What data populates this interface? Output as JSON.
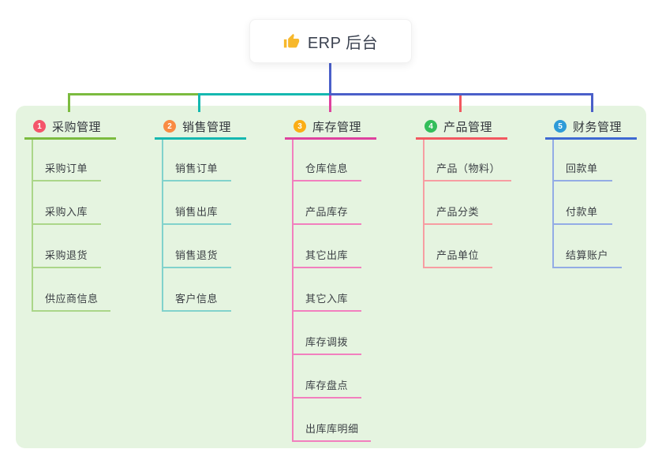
{
  "root": {
    "title": "ERP 后台",
    "icon": "thumbs-up"
  },
  "canvas": {
    "background": "#ffffff",
    "panel_background": "#e5f4e0",
    "connector_color": "#4a5fc9"
  },
  "branches": [
    {
      "number": "1",
      "title": "采购管理",
      "badge_color": "#f4556a",
      "line_color": "#7cbb3f",
      "child_line_color": "#abd689",
      "children": [
        "采购订单",
        "采购入库",
        "采购退货",
        "供应商信息"
      ]
    },
    {
      "number": "2",
      "title": "销售管理",
      "badge_color": "#f98b43",
      "line_color": "#15b8b0",
      "child_line_color": "#81d2cc",
      "children": [
        "销售订单",
        "销售出库",
        "销售退货",
        "客户信息"
      ]
    },
    {
      "number": "3",
      "title": "库存管理",
      "badge_color": "#fbad15",
      "line_color": "#de429e",
      "child_line_color": "#f27fbe",
      "children": [
        "仓库信息",
        "产品库存",
        "其它出库",
        "其它入库",
        "库存调拨",
        "库存盘点",
        "出库库明细"
      ]
    },
    {
      "number": "4",
      "title": "产品管理",
      "badge_color": "#33be5a",
      "line_color": "#f25860",
      "child_line_color": "#f79da2",
      "children": [
        "产品（物料）",
        "产品分类",
        "产品单位"
      ]
    },
    {
      "number": "5",
      "title": "财务管理",
      "badge_color": "#2e9bd8",
      "line_color": "#3e68d2",
      "child_line_color": "#93ace5",
      "children": [
        "回款单",
        "付款单",
        "结算账户"
      ]
    }
  ]
}
